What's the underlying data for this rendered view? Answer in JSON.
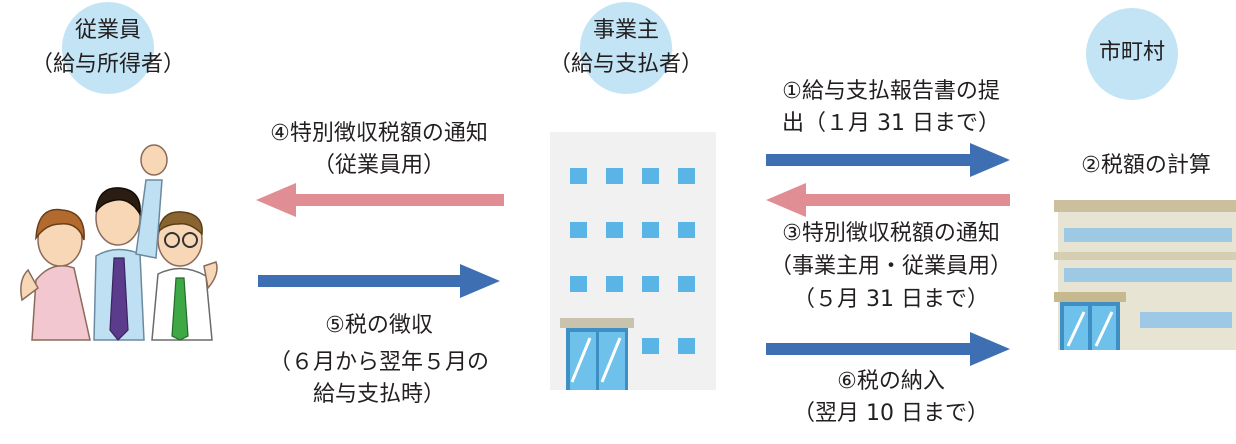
{
  "colors": {
    "circle": "#c3e4f5",
    "arrow_blue": "#3e6fb2",
    "arrow_pink": "#e08d93",
    "building_window": "#5ab5e6"
  },
  "employee": {
    "line1": "従業員",
    "line2": "（給与所得者）"
  },
  "employer": {
    "line1": "事業主",
    "line2": "（給与支払者）"
  },
  "municipality": {
    "name": "市町村",
    "step2": "②税額の計算"
  },
  "left_flows": {
    "step4": {
      "line1": "④特別徴収税額の通知",
      "line2": "（従業員用）"
    },
    "step5": {
      "line1": "⑤税の徴収",
      "line2": "（６月から翌年５月の",
      "line3": "給与支払時）"
    }
  },
  "right_flows": {
    "step1": {
      "line1": "①給与支払報告書の提",
      "line2": "出（１月 31 日まで）"
    },
    "step3": {
      "line1": "③特別徴収税額の通知",
      "line2": "（事業主用・従業員用）",
      "line3": "（５月 31 日まで）"
    },
    "step6": {
      "line1": "⑥税の納入",
      "line2": "（翌月 10 日まで）"
    }
  },
  "icons": {
    "employees": "people-cheering-icon",
    "office": "office-building-icon",
    "city_hall": "city-hall-icon"
  }
}
